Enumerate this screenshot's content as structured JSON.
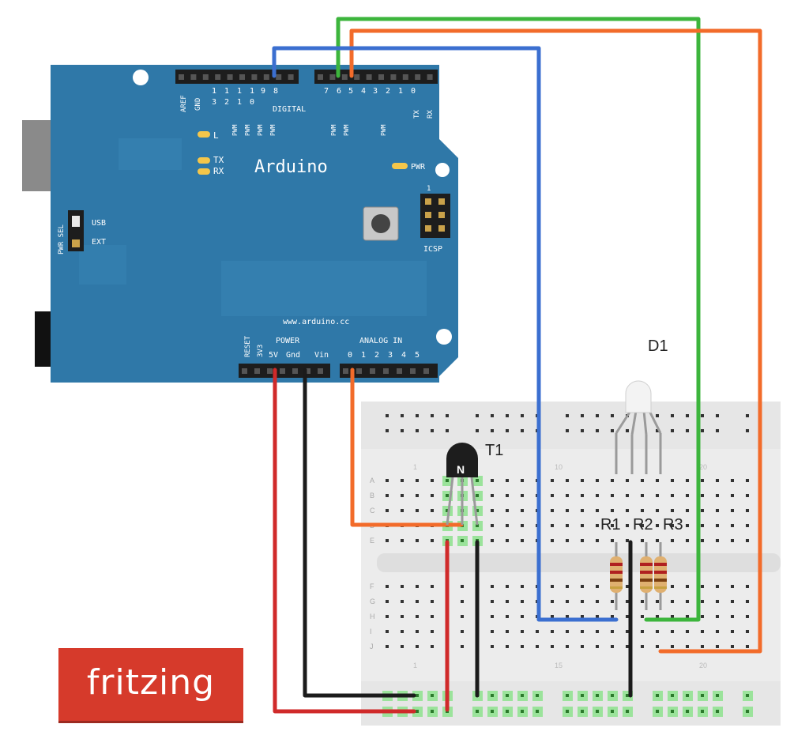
{
  "arduino": {
    "brand": "Arduino",
    "url_text": "www.arduino.cc",
    "digital_label": "DIGITAL",
    "power_label": "POWER",
    "analog_label": "ANALOG IN",
    "aref": "AREF",
    "gnd": "GND",
    "reset": "RESET",
    "v3": "3V3",
    "power_pins": [
      "5V",
      "Gnd",
      "Vin"
    ],
    "analog_pins": [
      "0",
      "1",
      "2",
      "3",
      "4",
      "5"
    ],
    "digital_top": [
      "1",
      "1",
      "1",
      "1",
      "9",
      "8"
    ],
    "digital_bottom": [
      "3",
      "2",
      "1",
      "0"
    ],
    "digital_right": [
      "7",
      "6",
      "5",
      "4",
      "3",
      "2",
      "1",
      "0"
    ],
    "pwm": "PWM",
    "tx_pin": "TX",
    "rx_pin": "RX",
    "led_l": "L",
    "led_tx": "TX",
    "led_rx": "RX",
    "led_pwr": "PWR",
    "pwr_sel": "PWR SEL",
    "usb": "USB",
    "ext": "EXT",
    "icsp": "ICSP",
    "icsp_pin": "1"
  },
  "components": {
    "led": "D1",
    "transistor": "T1",
    "transistor_mark": "N",
    "resistors": [
      "R1",
      "R2",
      "R3"
    ]
  },
  "breadboard": {
    "row_letters_top": [
      "A",
      "B",
      "C",
      "D",
      "E"
    ],
    "row_letters_bottom": [
      "F",
      "G",
      "H",
      "I",
      "J"
    ],
    "col_numbers": [
      "1",
      "10",
      "15",
      "20"
    ]
  },
  "colors": {
    "board": "#2f78a8",
    "wire_green": "#3cb53c",
    "wire_orange": "#f26b2a",
    "wire_blue": "#3b6fd0",
    "wire_red": "#d02a2a",
    "wire_black": "#1b1b1b"
  },
  "logo": {
    "text": "fritzing"
  }
}
